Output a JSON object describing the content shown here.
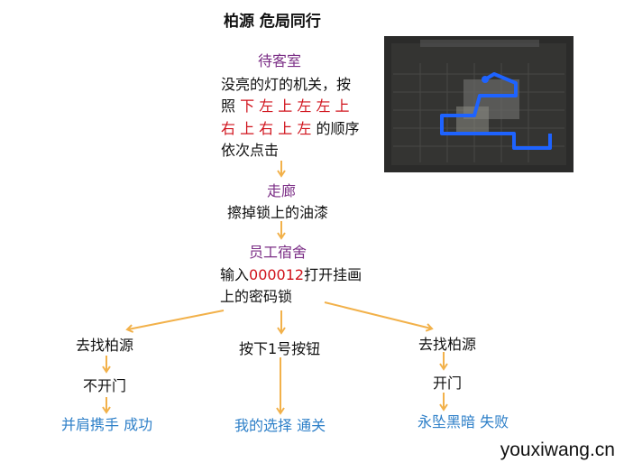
{
  "title": "柏源 危局同行",
  "rooms": {
    "waiting": "待客室",
    "corridor": "走廊",
    "dorm": "员工宿舍"
  },
  "steps": {
    "waiting_line1": "没亮的灯的机关，按",
    "waiting_line2_prefix": "照",
    "waiting_seq1": "下 左 上 左 左 上",
    "waiting_seq2": "右 上 右 上 左",
    "waiting_line3_suffix": "的顺序",
    "waiting_line4": "依次点击",
    "corridor_text": "擦掉锁上的油漆",
    "dorm_prefix": "输入",
    "dorm_code": "000012",
    "dorm_suffix": "打开挂画",
    "dorm_line2": "上的密码锁"
  },
  "branches": [
    {
      "choice": "去找柏源",
      "action": "不开门",
      "result": "并肩携手 成功"
    },
    {
      "choice": "按下1号按钮",
      "action": "",
      "result": "我的选择 通关"
    },
    {
      "choice": "去找柏源",
      "action": "开门",
      "result": "永坠黑暗 失败"
    }
  ],
  "screenshot": {
    "caption": "",
    "icons": [
      "game-screenshot-panel"
    ]
  },
  "watermark": "youxiwang.cn",
  "colors": {
    "arrow": "#f2b14a",
    "room": "#7b2e86",
    "highlight": "#d0121b",
    "result": "#2d7fc8"
  }
}
